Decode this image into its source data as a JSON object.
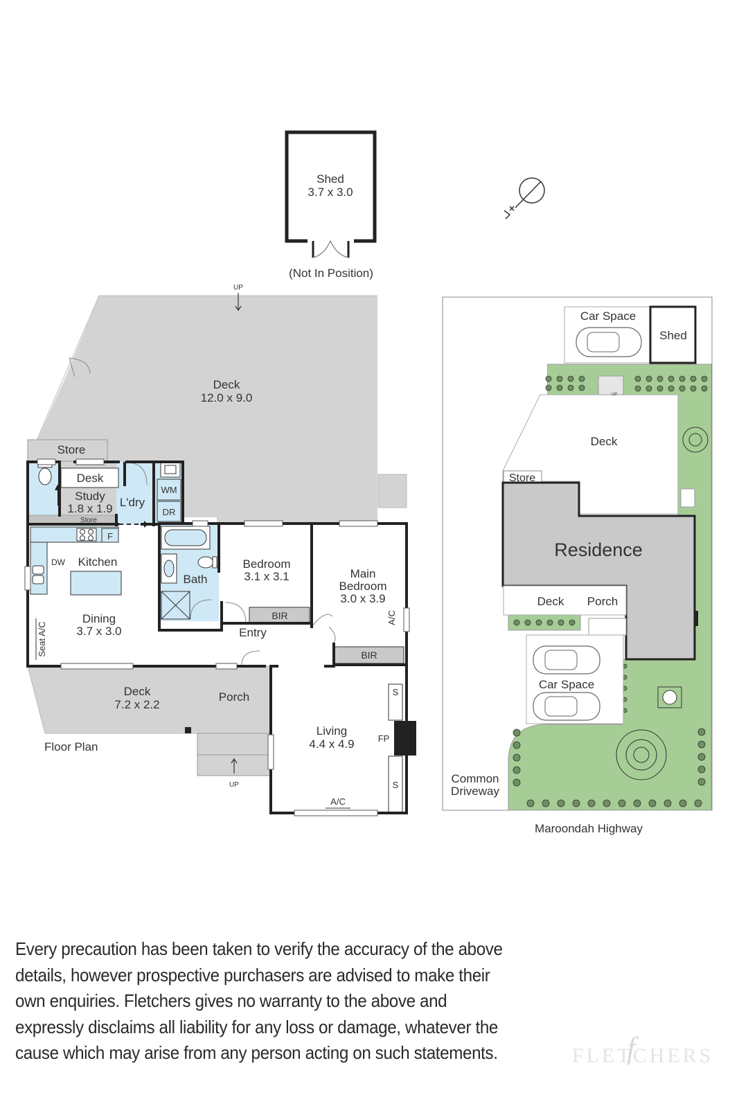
{
  "floor_plan": {
    "title": "Floor Plan",
    "shed": {
      "name": "Shed",
      "dims": "3.7 x 3.0",
      "note": "(Not In Position)"
    },
    "deck": {
      "name": "Deck",
      "dims": "12.0 x 9.0"
    },
    "store": "Store",
    "desk": "Desk",
    "study": {
      "name": "Study",
      "dims": "1.8 x 1.9"
    },
    "laundry": "L'dry",
    "wm": "WM",
    "dr": "DR",
    "store_small": "Store",
    "kitchen": "Kitchen",
    "dw": "DW",
    "fridge": "F",
    "bath": "Bath",
    "bedroom": {
      "name": "Bedroom",
      "dims": "3.1 x 3.1"
    },
    "bir": "BIR",
    "main_bedroom": {
      "line1": "Main",
      "line2": "Bedroom",
      "dims": "3.0 x 3.9"
    },
    "ac": "A/C",
    "dining": {
      "name": "Dining",
      "dims": "3.7 x 3.0"
    },
    "seat_ac": "Seat A/C",
    "entry": "Entry",
    "rear_deck": {
      "name": "Deck",
      "dims": "7.2 x 2.2"
    },
    "porch": "Porch",
    "living": {
      "name": "Living",
      "dims": "4.4 x 4.9"
    },
    "fp": "FP",
    "s": "S",
    "up": "UP"
  },
  "site_plan": {
    "car_space": "Car Space",
    "shed": "Shed",
    "deck": "Deck",
    "store": "Store",
    "residence": "Residence",
    "deck_front": "Deck",
    "porch": "Porch",
    "car_space_front": "Car Space",
    "common_driveway_1": "Common",
    "common_driveway_2": "Driveway",
    "road": "Maroondah Highway",
    "up": "UP"
  },
  "disclaimer": "Every precaution has been taken to verify the accuracy of the above details, however prospective purchasers are advised to make their own enquiries. Fletchers gives no warranty to the above and expressly disclaims all liability for any loss or damage, whatever the cause which may arise from any person acting on such statements.",
  "watermark": "FLETCHERS",
  "watermark_mark": "f",
  "colors": {
    "deck_grey": "#d3d3d4",
    "wet_area_blue": "#cfe8f6",
    "garden_green": "#a7cd96",
    "residence_grey": "#c9c9ca",
    "wall": "#222222"
  }
}
